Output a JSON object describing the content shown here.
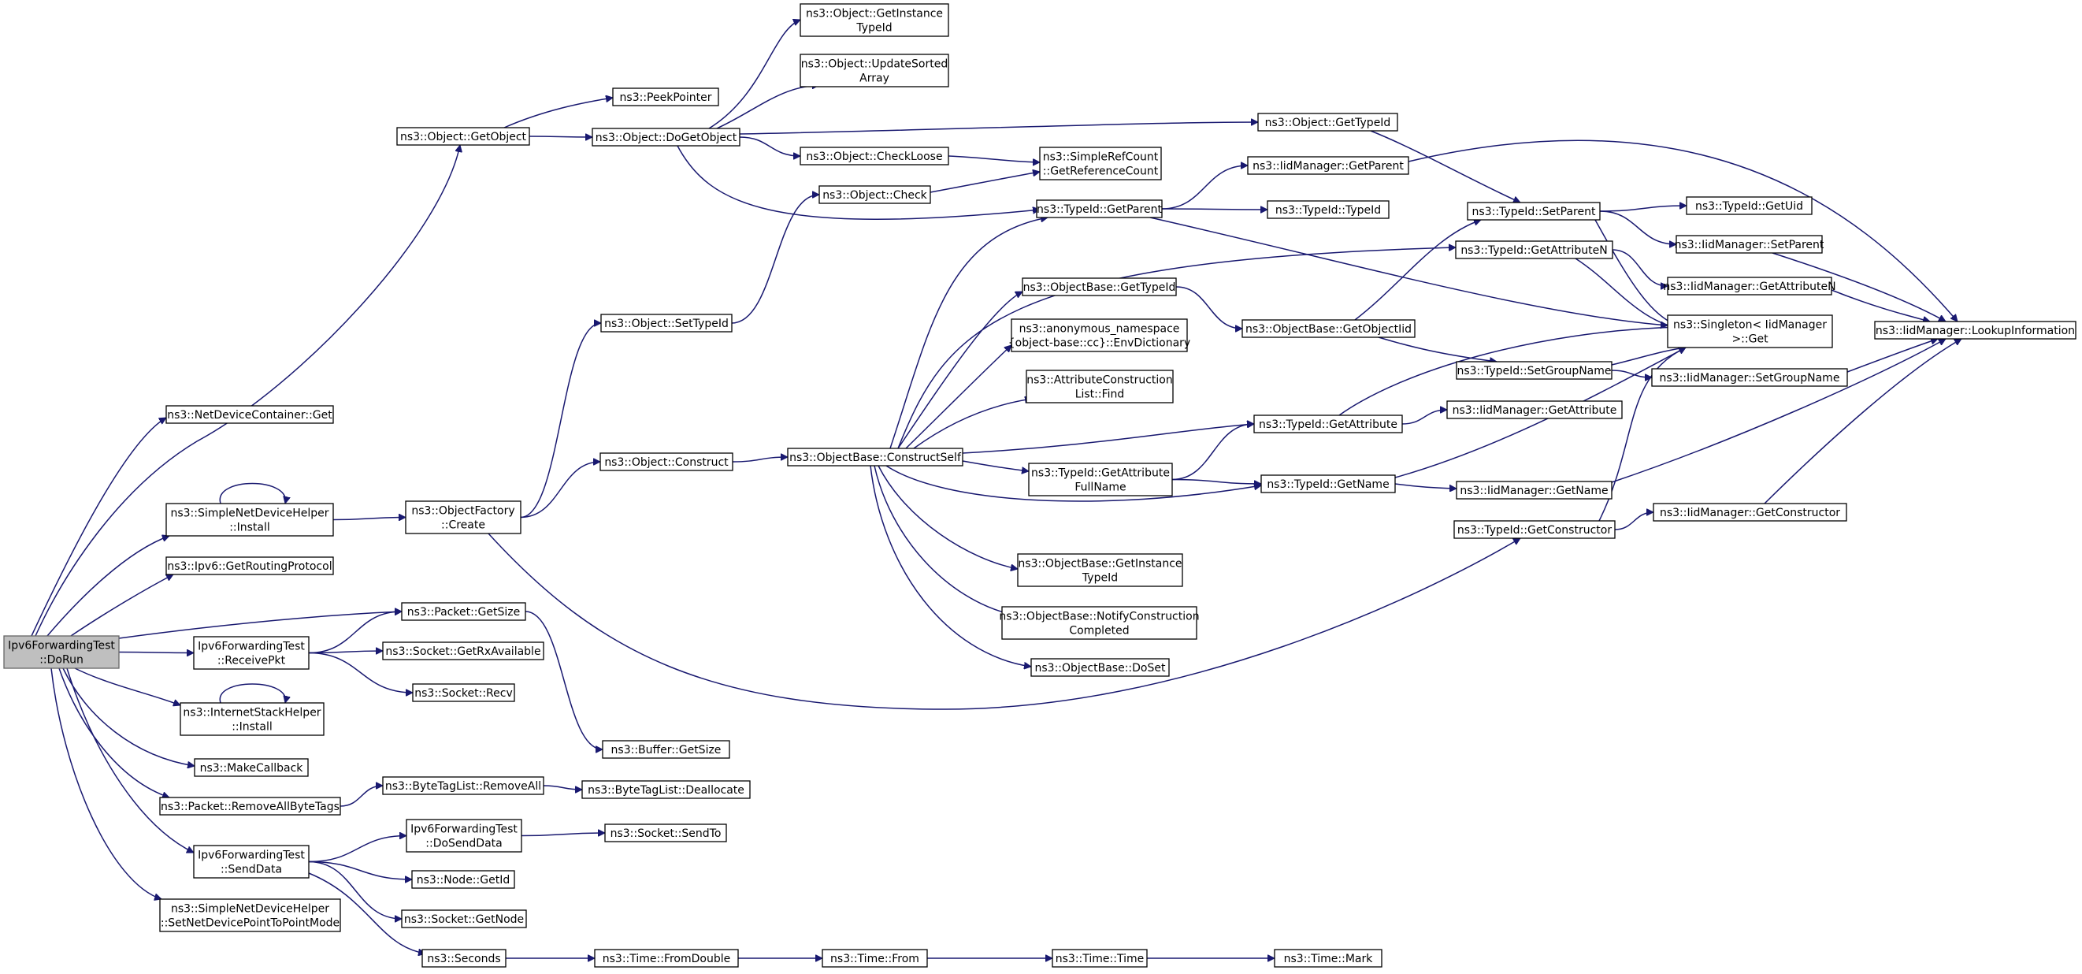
{
  "colors": {
    "edge": "#191970",
    "node_border": "#000000",
    "root_fill": "#bfbfbf",
    "node_fill": "#ffffff"
  },
  "nodes": [
    {
      "id": "root",
      "lines": [
        "Ipv6ForwardingTest",
        "::DoRun"
      ],
      "root": true
    },
    {
      "id": "ndc_get",
      "lines": [
        "ns3::NetDeviceContainer::Get"
      ]
    },
    {
      "id": "sndh_install",
      "lines": [
        "ns3::SimpleNetDeviceHelper",
        "::Install"
      ]
    },
    {
      "id": "ipv6_grp",
      "lines": [
        "ns3::Ipv6::GetRoutingProtocol"
      ]
    },
    {
      "id": "fwd_recv",
      "lines": [
        "Ipv6ForwardingTest",
        "::ReceivePkt"
      ]
    },
    {
      "id": "ish_install",
      "lines": [
        "ns3::InternetStackHelper",
        "::Install"
      ]
    },
    {
      "id": "makecb",
      "lines": [
        "ns3::MakeCallback"
      ]
    },
    {
      "id": "pkt_rabt",
      "lines": [
        "ns3::Packet::RemoveAllByteTags"
      ]
    },
    {
      "id": "fwd_send",
      "lines": [
        "Ipv6ForwardingTest",
        "::SendData"
      ]
    },
    {
      "id": "sndh_setp2p",
      "lines": [
        "ns3::SimpleNetDeviceHelper",
        "::SetNetDevicePointToPointMode"
      ]
    },
    {
      "id": "obj_getobject",
      "lines": [
        "ns3::Object::GetObject"
      ]
    },
    {
      "id": "of_create",
      "lines": [
        "ns3::ObjectFactory",
        "::Create"
      ]
    },
    {
      "id": "pkt_getsize",
      "lines": [
        "ns3::Packet::GetSize"
      ]
    },
    {
      "id": "sock_rxavail",
      "lines": [
        "ns3::Socket::GetRxAvailable"
      ]
    },
    {
      "id": "sock_recv",
      "lines": [
        "ns3::Socket::Recv"
      ]
    },
    {
      "id": "btl_removeall",
      "lines": [
        "ns3::ByteTagList::RemoveAll"
      ]
    },
    {
      "id": "fwd_dosend",
      "lines": [
        "Ipv6ForwardingTest",
        "::DoSendData"
      ]
    },
    {
      "id": "node_getid",
      "lines": [
        "ns3::Node::GetId"
      ]
    },
    {
      "id": "sock_getnode",
      "lines": [
        "ns3::Socket::GetNode"
      ]
    },
    {
      "id": "seconds",
      "lines": [
        "ns3::Seconds"
      ]
    },
    {
      "id": "peekptr",
      "lines": [
        "ns3::PeekPointer"
      ]
    },
    {
      "id": "obj_dogetobject",
      "lines": [
        "ns3::Object::DoGetObject"
      ]
    },
    {
      "id": "obj_settypeid",
      "lines": [
        "ns3::Object::SetTypeId"
      ]
    },
    {
      "id": "obj_construct",
      "lines": [
        "ns3::Object::Construct"
      ]
    },
    {
      "id": "buf_getsize",
      "lines": [
        "ns3::Buffer::GetSize"
      ]
    },
    {
      "id": "btl_dealloc",
      "lines": [
        "ns3::ByteTagList::Deallocate"
      ]
    },
    {
      "id": "sock_sendto",
      "lines": [
        "ns3::Socket::SendTo"
      ]
    },
    {
      "id": "time_fromdouble",
      "lines": [
        "ns3::Time::FromDouble"
      ]
    },
    {
      "id": "obj_getinsttid",
      "lines": [
        "ns3::Object::GetInstance",
        "TypeId"
      ]
    },
    {
      "id": "obj_updsorted",
      "lines": [
        "ns3::Object::UpdateSorted",
        "Array"
      ]
    },
    {
      "id": "obj_checkloose",
      "lines": [
        "ns3::Object::CheckLoose"
      ]
    },
    {
      "id": "obj_check",
      "lines": [
        "ns3::Object::Check"
      ]
    },
    {
      "id": "ob_constructself",
      "lines": [
        "ns3::ObjectBase::ConstructSelf"
      ]
    },
    {
      "id": "time_from",
      "lines": [
        "ns3::Time::From"
      ]
    },
    {
      "id": "src_getref",
      "lines": [
        "ns3::SimpleRefCount",
        "::GetReferenceCount"
      ]
    },
    {
      "id": "tid_getparent",
      "lines": [
        "ns3::TypeId::GetParent"
      ]
    },
    {
      "id": "ob_gettypeid",
      "lines": [
        "ns3::ObjectBase::GetTypeId"
      ]
    },
    {
      "id": "anon_envdict",
      "lines": [
        "ns3::anonymous_namespace",
        "{object-base::cc}::EnvDictionary"
      ]
    },
    {
      "id": "acl_find",
      "lines": [
        "ns3::AttributeConstruction",
        "List::Find"
      ]
    },
    {
      "id": "tid_getattrfull",
      "lines": [
        "ns3::TypeId::GetAttribute",
        "FullName"
      ]
    },
    {
      "id": "ob_getinsttid",
      "lines": [
        "ns3::ObjectBase::GetInstance",
        "TypeId"
      ]
    },
    {
      "id": "ob_notifycc",
      "lines": [
        "ns3::ObjectBase::NotifyConstruction",
        "Completed"
      ]
    },
    {
      "id": "ob_doset",
      "lines": [
        "ns3::ObjectBase::DoSet"
      ]
    },
    {
      "id": "time_time",
      "lines": [
        "ns3::Time::Time"
      ]
    },
    {
      "id": "obj_gettypeid",
      "lines": [
        "ns3::Object::GetTypeId"
      ]
    },
    {
      "id": "iid_getparent",
      "lines": [
        "ns3::IidManager::GetParent"
      ]
    },
    {
      "id": "tid_typeid",
      "lines": [
        "ns3::TypeId::TypeId"
      ]
    },
    {
      "id": "ob_getobjectiid",
      "lines": [
        "ns3::ObjectBase::GetObjectIid"
      ]
    },
    {
      "id": "tid_getattribute",
      "lines": [
        "ns3::TypeId::GetAttribute"
      ]
    },
    {
      "id": "tid_getname",
      "lines": [
        "ns3::TypeId::GetName"
      ]
    },
    {
      "id": "time_mark",
      "lines": [
        "ns3::Time::Mark"
      ]
    },
    {
      "id": "tid_setparent",
      "lines": [
        "ns3::TypeId::SetParent"
      ]
    },
    {
      "id": "tid_getattrn",
      "lines": [
        "ns3::TypeId::GetAttributeN"
      ]
    },
    {
      "id": "tid_setgroupname",
      "lines": [
        "ns3::TypeId::SetGroupName"
      ]
    },
    {
      "id": "iid_getattribute",
      "lines": [
        "ns3::IidManager::GetAttribute"
      ]
    },
    {
      "id": "iid_getname",
      "lines": [
        "ns3::IidManager::GetName"
      ]
    },
    {
      "id": "tid_getconstructor",
      "lines": [
        "ns3::TypeId::GetConstructor"
      ]
    },
    {
      "id": "tid_getuid",
      "lines": [
        "ns3::TypeId::GetUid"
      ]
    },
    {
      "id": "iid_setparent",
      "lines": [
        "ns3::IidManager::SetParent"
      ]
    },
    {
      "id": "iid_getattrn",
      "lines": [
        "ns3::IidManager::GetAttributeN"
      ]
    },
    {
      "id": "singleton_get",
      "lines": [
        "ns3::Singleton< IidManager",
        " >::Get"
      ]
    },
    {
      "id": "iid_setgroupname",
      "lines": [
        "ns3::IidManager::SetGroupName"
      ]
    },
    {
      "id": "iid_getconstructor",
      "lines": [
        "ns3::IidManager::GetConstructor"
      ]
    },
    {
      "id": "iid_lookup",
      "lines": [
        "ns3::IidManager::LookupInformation"
      ]
    }
  ],
  "edges": [
    [
      "root",
      "obj_getobject"
    ],
    [
      "root",
      "ndc_get"
    ],
    [
      "root",
      "sndh_install"
    ],
    [
      "root",
      "ipv6_grp"
    ],
    [
      "root",
      "pkt_getsize"
    ],
    [
      "root",
      "fwd_recv"
    ],
    [
      "root",
      "ish_install"
    ],
    [
      "root",
      "makecb"
    ],
    [
      "root",
      "pkt_rabt"
    ],
    [
      "root",
      "fwd_send"
    ],
    [
      "root",
      "sndh_setp2p"
    ],
    [
      "sndh_install",
      "sndh_install"
    ],
    [
      "sndh_install",
      "of_create"
    ],
    [
      "ish_install",
      "ish_install"
    ],
    [
      "fwd_recv",
      "pkt_getsize"
    ],
    [
      "fwd_recv",
      "sock_rxavail"
    ],
    [
      "fwd_recv",
      "sock_recv"
    ],
    [
      "pkt_rabt",
      "btl_removeall"
    ],
    [
      "fwd_send",
      "fwd_dosend"
    ],
    [
      "fwd_send",
      "node_getid"
    ],
    [
      "fwd_send",
      "sock_getnode"
    ],
    [
      "fwd_send",
      "seconds"
    ],
    [
      "obj_getobject",
      "peekptr"
    ],
    [
      "obj_getobject",
      "obj_dogetobject"
    ],
    [
      "of_create",
      "obj_settypeid"
    ],
    [
      "of_create",
      "obj_construct"
    ],
    [
      "of_create",
      "tid_getconstructor"
    ],
    [
      "pkt_getsize",
      "buf_getsize"
    ],
    [
      "btl_removeall",
      "btl_dealloc"
    ],
    [
      "fwd_dosend",
      "sock_sendto"
    ],
    [
      "seconds",
      "time_fromdouble"
    ],
    [
      "obj_dogetobject",
      "obj_getinsttid"
    ],
    [
      "obj_dogetobject",
      "obj_updsorted"
    ],
    [
      "obj_dogetobject",
      "obj_checkloose"
    ],
    [
      "obj_dogetobject",
      "obj_gettypeid"
    ],
    [
      "obj_dogetobject",
      "tid_getparent"
    ],
    [
      "obj_settypeid",
      "obj_check"
    ],
    [
      "obj_construct",
      "ob_constructself"
    ],
    [
      "time_fromdouble",
      "time_from"
    ],
    [
      "obj_checkloose",
      "src_getref"
    ],
    [
      "obj_check",
      "src_getref"
    ],
    [
      "ob_constructself",
      "tid_getparent"
    ],
    [
      "ob_constructself",
      "tid_getattrn"
    ],
    [
      "ob_constructself",
      "ob_gettypeid"
    ],
    [
      "ob_constructself",
      "anon_envdict"
    ],
    [
      "ob_constructself",
      "acl_find"
    ],
    [
      "ob_constructself",
      "tid_getattribute"
    ],
    [
      "ob_constructself",
      "tid_getattrfull"
    ],
    [
      "ob_constructself",
      "tid_getname"
    ],
    [
      "ob_constructself",
      "ob_getinsttid"
    ],
    [
      "ob_constructself",
      "ob_notifycc"
    ],
    [
      "ob_constructself",
      "ob_doset"
    ],
    [
      "time_from",
      "time_time"
    ],
    [
      "tid_getparent",
      "iid_getparent"
    ],
    [
      "tid_getparent",
      "tid_typeid"
    ],
    [
      "tid_getparent",
      "singleton_get"
    ],
    [
      "ob_gettypeid",
      "ob_getobjectiid"
    ],
    [
      "tid_getattrfull",
      "tid_getattribute"
    ],
    [
      "tid_getattrfull",
      "tid_getname"
    ],
    [
      "time_time",
      "time_mark"
    ],
    [
      "obj_gettypeid",
      "tid_setparent"
    ],
    [
      "iid_getparent",
      "iid_lookup"
    ],
    [
      "ob_getobjectiid",
      "tid_setparent"
    ],
    [
      "ob_getobjectiid",
      "tid_setgroupname"
    ],
    [
      "tid_getattribute",
      "iid_getattribute"
    ],
    [
      "tid_getattribute",
      "singleton_get"
    ],
    [
      "tid_getname",
      "iid_getname"
    ],
    [
      "tid_getname",
      "singleton_get"
    ],
    [
      "tid_setparent",
      "tid_getuid"
    ],
    [
      "tid_setparent",
      "iid_setparent"
    ],
    [
      "tid_setparent",
      "singleton_get"
    ],
    [
      "tid_getattrn",
      "iid_getattrn"
    ],
    [
      "tid_getattrn",
      "singleton_get"
    ],
    [
      "tid_setgroupname",
      "iid_setgroupname"
    ],
    [
      "tid_setgroupname",
      "singleton_get"
    ],
    [
      "iid_getname",
      "iid_lookup"
    ],
    [
      "tid_getconstructor",
      "iid_getconstructor"
    ],
    [
      "tid_getconstructor",
      "singleton_get"
    ],
    [
      "iid_setparent",
      "iid_lookup"
    ],
    [
      "iid_getattrn",
      "iid_lookup"
    ],
    [
      "iid_setgroupname",
      "iid_lookup"
    ],
    [
      "iid_getconstructor",
      "iid_lookup"
    ]
  ]
}
